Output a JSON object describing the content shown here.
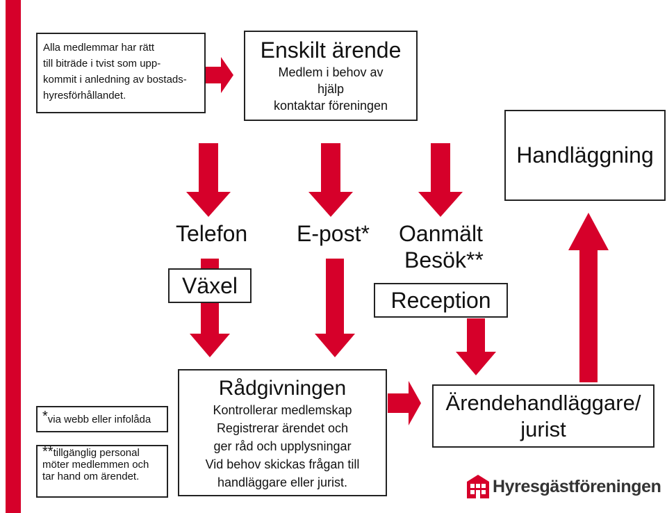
{
  "info_box": {
    "lines": [
      "Alla medlemmar har rätt",
      "till biträde i tvist som upp-",
      "kommit i anledning av bostads-",
      "hyresförhållandet."
    ]
  },
  "case_box": {
    "title": "Enskilt ärende",
    "lines": [
      "Medlem i behov av",
      "hjälp",
      "kontaktar föreningen"
    ]
  },
  "handling_box": {
    "label": "Handläggning"
  },
  "channels": {
    "telefon": "Telefon",
    "vaxel": "Växel",
    "epost": "E-post*",
    "oanmalt_line1": "Oanmält",
    "oanmalt_line2": "Besök**",
    "reception": "Reception"
  },
  "footnotes": {
    "email_star": "*",
    "email_text": "via webb eller infolåda",
    "visit_star": "**",
    "visit_text_line1": "tillgänglig personal",
    "visit_text_line2": "möter medlemmen och",
    "visit_text_line3": "tar hand om ärendet."
  },
  "advice_box": {
    "title": "Rådgivningen",
    "lines": [
      "Kontrollerar medlemskap",
      "Registrerar ärendet och",
      "ger råd och upplysningar",
      "Vid behov skickas frågan till",
      "handläggare eller jurist."
    ]
  },
  "handler_box": {
    "line1": "Ärendehandläggare/",
    "line2": "jurist"
  },
  "logo": {
    "text": "Hyresgästföreningen"
  },
  "colors": {
    "accent": "#d6002a",
    "border": "#222222"
  }
}
